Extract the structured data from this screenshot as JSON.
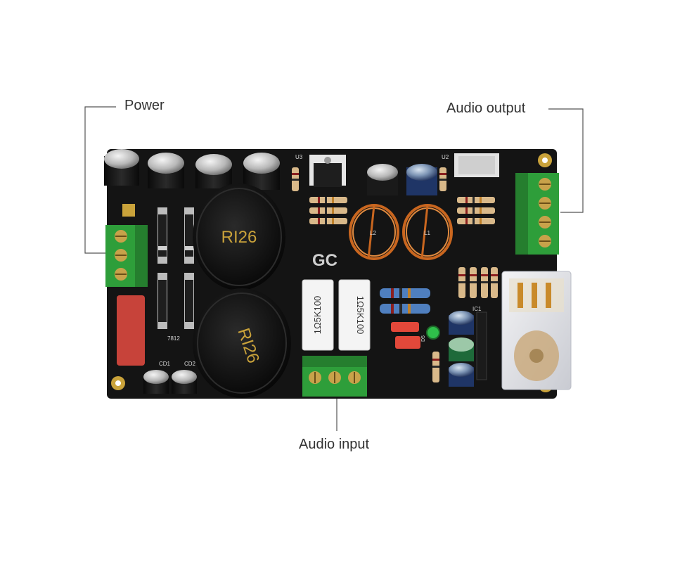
{
  "callouts": {
    "power": "Power",
    "audio_output": "Audio output",
    "audio_input": "Audio input"
  },
  "board": {
    "logo": "GC",
    "transformer_top_mark": "RI26",
    "transformer_bottom_mark": "RI26",
    "resistor_left_mark": "1Ω5K100",
    "resistor_right_mark": "1Ω5K100",
    "silk_u3": "U3",
    "silk_u2": "U2",
    "silk_l2": "L2",
    "silk_l1": "L1",
    "silk_7812": "7812",
    "silk_cd1": "CD1",
    "silk_cd2": "CD2",
    "silk_ic1": "IC1",
    "silk_d5": "D5"
  },
  "colors": {
    "pcb": "#141414",
    "terminal_green": "#2e9e3a",
    "copper": "#c9661f",
    "silk": "#d8d8d8",
    "leader_line": "#555555"
  }
}
